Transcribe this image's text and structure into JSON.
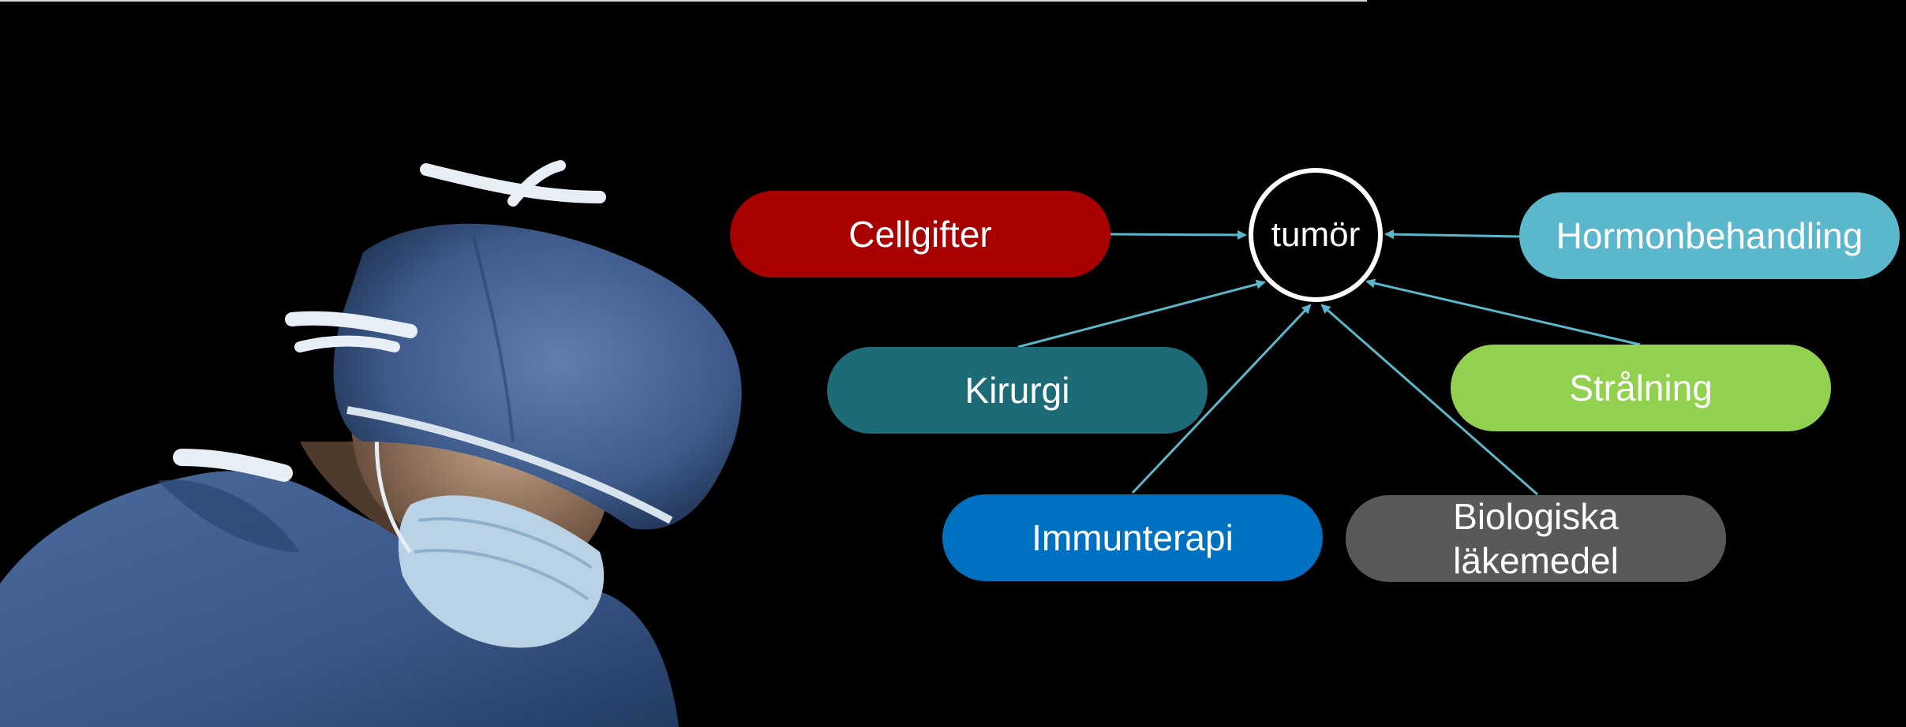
{
  "center": {
    "label": "tumör"
  },
  "treatments": [
    {
      "id": "cellgifter",
      "label": "Cellgifter",
      "color": "#a80000"
    },
    {
      "id": "hormonbehandling",
      "label": "Hormonbehandling",
      "color": "#5bb8cc"
    },
    {
      "id": "kirurgi",
      "label": "Kirurgi",
      "color": "#1e6b78"
    },
    {
      "id": "stralning",
      "label": "Strålning",
      "color": "#92d050"
    },
    {
      "id": "immunterapi",
      "label": "Immunterapi",
      "color": "#0070c0"
    },
    {
      "id": "biologiska",
      "label": "Biologiska läkemedel",
      "color": "#595959"
    }
  ],
  "arrow_color": "#5bb8cc",
  "image": {
    "subject": "surgeon-photo"
  }
}
